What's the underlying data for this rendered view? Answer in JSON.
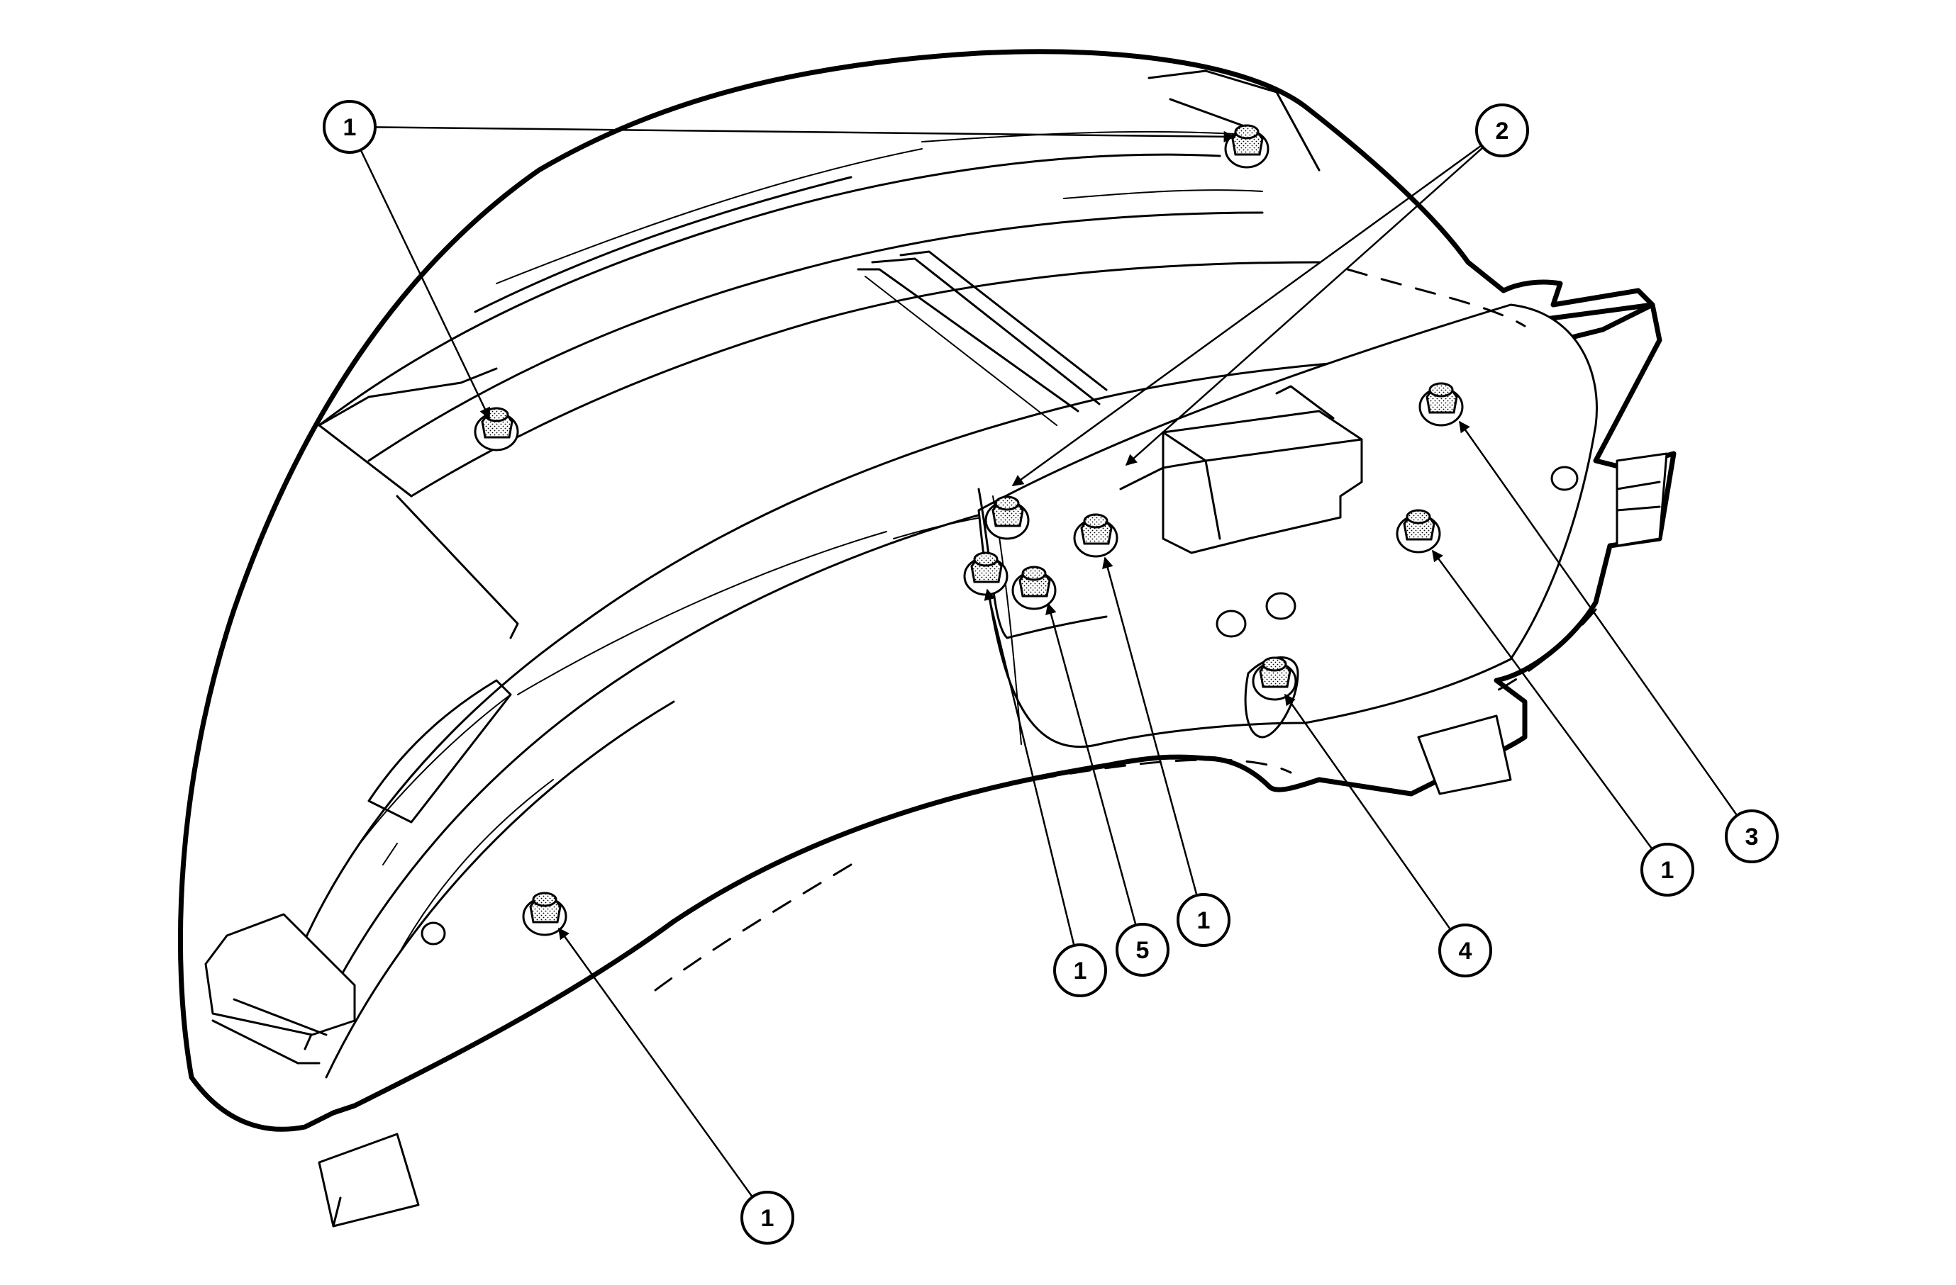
{
  "callouts": [
    {
      "label": "1"
    },
    {
      "label": "2"
    },
    {
      "label": "3"
    },
    {
      "label": "1"
    },
    {
      "label": "4"
    },
    {
      "label": "1"
    },
    {
      "label": "5"
    },
    {
      "label": "1"
    },
    {
      "label": "1"
    }
  ],
  "fasteners": [
    {
      "icon": "bolt-icon"
    },
    {
      "icon": "bolt-icon"
    },
    {
      "icon": "bolt-icon"
    },
    {
      "icon": "bolt-icon"
    },
    {
      "icon": "bolt-icon"
    },
    {
      "icon": "bolt-icon"
    },
    {
      "icon": "bolt-icon"
    },
    {
      "icon": "bolt-icon"
    },
    {
      "icon": "bolt-icon"
    },
    {
      "icon": "bolt-icon"
    }
  ],
  "colors": {
    "line": "#000000",
    "background": "#ffffff",
    "fill": "#ffffff"
  }
}
